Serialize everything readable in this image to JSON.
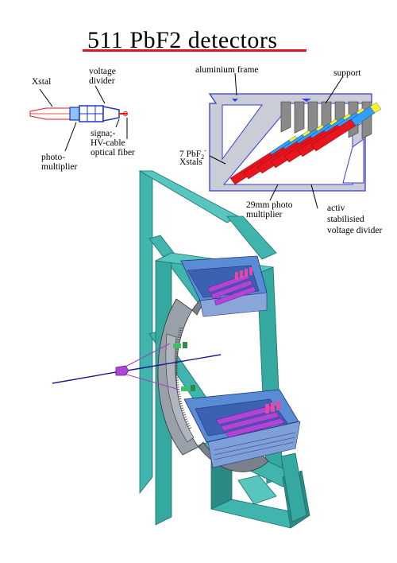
{
  "title": "511  PbF2 detectors",
  "labels": {
    "xstal": "Xstal",
    "voltage_divider": [
      "voltage",
      "divider"
    ],
    "signal_hv": [
      "signa;-",
      "HV-cable"
    ],
    "optical_fiber": "optical fiber",
    "photo_multiplier": [
      "photo-",
      "multiplier"
    ],
    "aluminium_frame": "aluminium frame",
    "support": "support",
    "pbf2_xstals_line1": "7 PbF",
    "pbf2_sub": "2",
    "pbf2_sup": "-",
    "pbf2_xstals_line2": "Xstals",
    "pm29": [
      "29mm photo",
      "multiplier"
    ],
    "activ_divider": [
      "activ",
      "stabilisied",
      "voltage divider"
    ]
  },
  "colors": {
    "title_underline": "#e0161e",
    "frame_teal": "#3fb5ad",
    "frame_teal_dark": "#2b8a84",
    "crystal_red": "#e8141e",
    "crystal_blue": "#2fa0ff",
    "crystal_yellow": "#f6f23a",
    "divider_gray": "#8a8a8a",
    "module_blue": "#5a8cd6",
    "module_purple": "#b044d8",
    "beam_line": "#1a1a8c",
    "frame_outline": "#3a3ad8"
  }
}
